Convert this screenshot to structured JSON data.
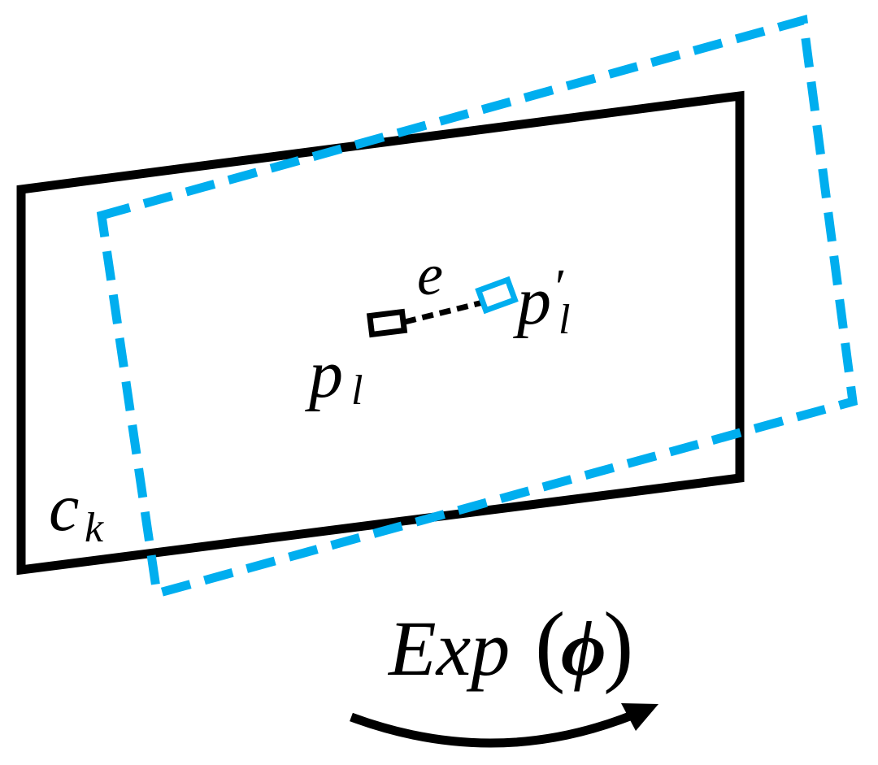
{
  "labels": {
    "point_original_main": "p",
    "point_original_sub": "l",
    "point_projected_main": "p",
    "point_projected_sub": "l",
    "point_projected_prime": "′",
    "error": "e",
    "frame_main": "c",
    "frame_sub": "k",
    "transform_name": "Exp",
    "transform_open": "(",
    "transform_arg": "ϕ",
    "transform_close": ")"
  },
  "colors": {
    "original": "#000000",
    "transformed": "#00aeef",
    "background": "#ffffff"
  }
}
